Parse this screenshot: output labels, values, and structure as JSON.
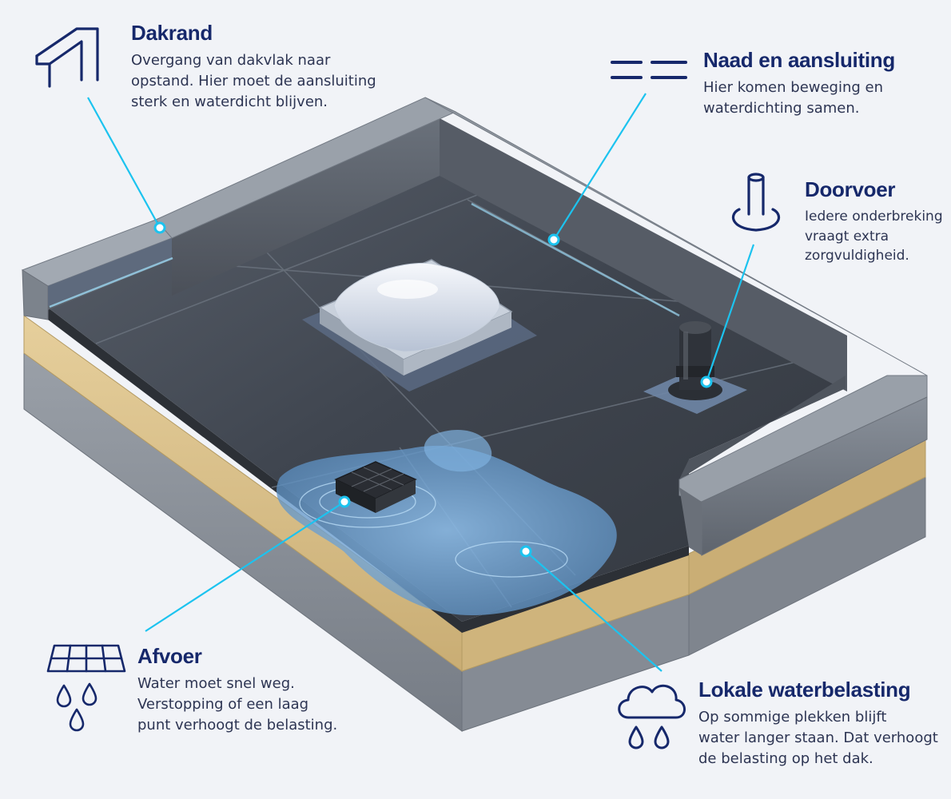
{
  "callouts": {
    "dakrand": {
      "title": "Dakrand",
      "text": "Overgang van dakvlak naar\nopstand. Hier moet de aansluiting\nsterk en waterdicht blijven.",
      "icon": "roof-edge-icon"
    },
    "naad": {
      "title": "Naad en aansluiting",
      "text": "Hier komen beweging en\nwaterdichting samen.",
      "icon": "seam-icon"
    },
    "doorvoer": {
      "title": "Doorvoer",
      "text": "Iedere onderbreking\nvraagt extra\nzorgvuldigheid.",
      "icon": "pipe-penetration-icon"
    },
    "afvoer": {
      "title": "Afvoer",
      "text": "Water moet snel weg.\nVerstopping of een laag\npunt verhoogt de belasting.",
      "icon": "drain-icon"
    },
    "lokaal": {
      "title": "Lokale waterbelasting",
      "text": "Op sommige plekken blijft\nwater langer staan. Dat verhoogt\nde belasting op het dak.",
      "icon": "rain-cloud-icon"
    }
  },
  "colors": {
    "title": "#16286b",
    "body_text": "#2d3553",
    "leader_line": "#1cc3ef",
    "membrane": "#3d434d",
    "parapet": "#7d8591",
    "insulation": "#d9c08c",
    "concrete": "#8f959e",
    "water": "#6fa3d4"
  }
}
